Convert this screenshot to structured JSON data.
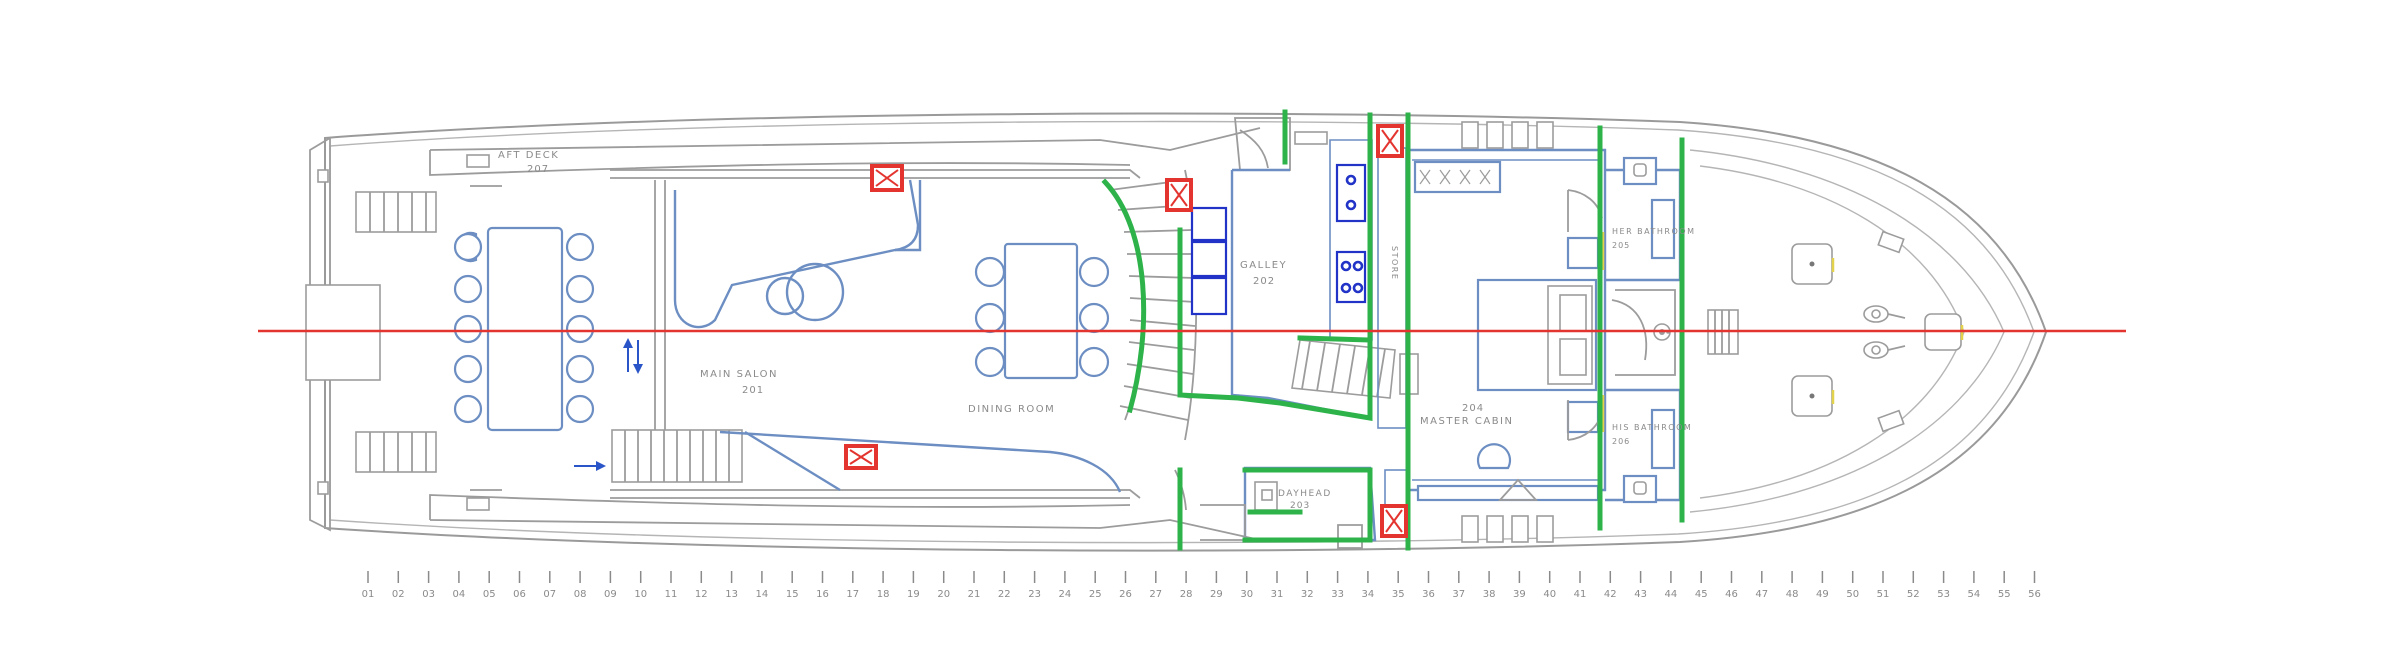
{
  "plan": {
    "rooms": [
      {
        "name": "AFT DECK",
        "number": "207"
      },
      {
        "name": "MAIN SALON",
        "number": "201"
      },
      {
        "name": "DINING ROOM",
        "number": ""
      },
      {
        "name": "GALLEY",
        "number": "202"
      },
      {
        "name": "STORE",
        "number": ""
      },
      {
        "name": "DAYHEAD",
        "number": "203"
      },
      {
        "name": "MASTER CABIN",
        "number": "204"
      },
      {
        "name": "HER BATHROOM",
        "number": "205"
      },
      {
        "name": "HIS BATHROOM",
        "number": "206"
      }
    ],
    "frame_ticks": [
      "01",
      "02",
      "03",
      "04",
      "05",
      "06",
      "07",
      "08",
      "09",
      "10",
      "11",
      "12",
      "13",
      "14",
      "15",
      "16",
      "17",
      "18",
      "19",
      "20",
      "21",
      "22",
      "23",
      "24",
      "25",
      "26",
      "27",
      "28",
      "29",
      "30",
      "31",
      "32",
      "33",
      "34",
      "35",
      "36",
      "37",
      "38",
      "39",
      "40",
      "41",
      "42",
      "43",
      "44",
      "45",
      "46",
      "47",
      "48",
      "49",
      "50",
      "51",
      "52",
      "53",
      "54",
      "55",
      "56"
    ],
    "colors": {
      "centerline": "#e3342f",
      "watertight_bulkhead": "#2db34a",
      "interior_outline": "#6c8ec2",
      "galley_equipment": "#2233c8",
      "hull": "#9a9a9a"
    },
    "icons": [
      "fire-damper-icon",
      "arrow-icon",
      "anchor-windlass-icon",
      "hatch-icon"
    ]
  }
}
